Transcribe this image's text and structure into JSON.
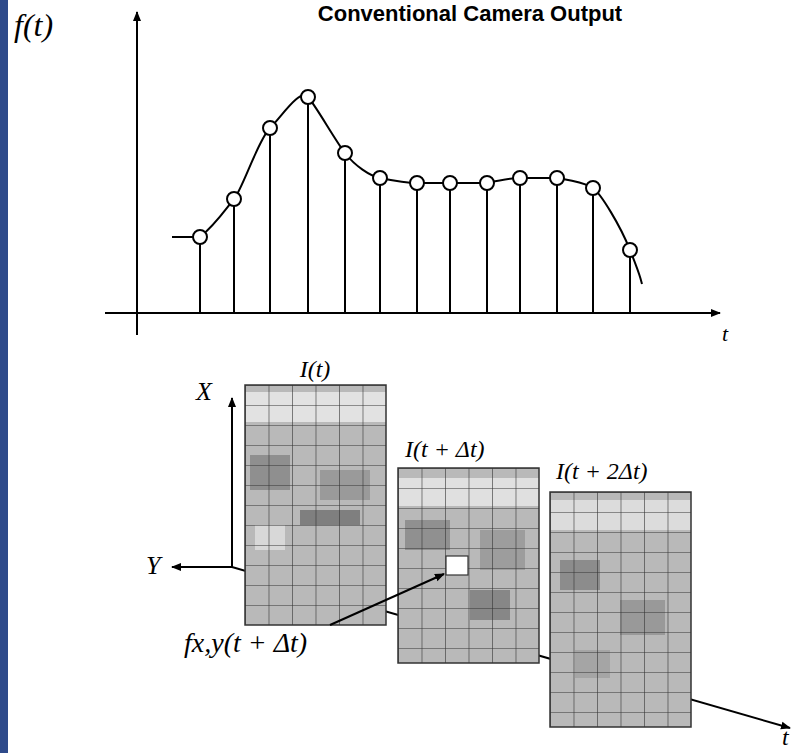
{
  "diagram": {
    "title": "Conventional Camera Output",
    "labels": [
      "f(t)",
      "t",
      "I(t)",
      "I(t + Δt)",
      "I(t + 2Δt)",
      "X",
      "Y",
      "fx,y(t + Δt)",
      "t"
    ]
  }
}
